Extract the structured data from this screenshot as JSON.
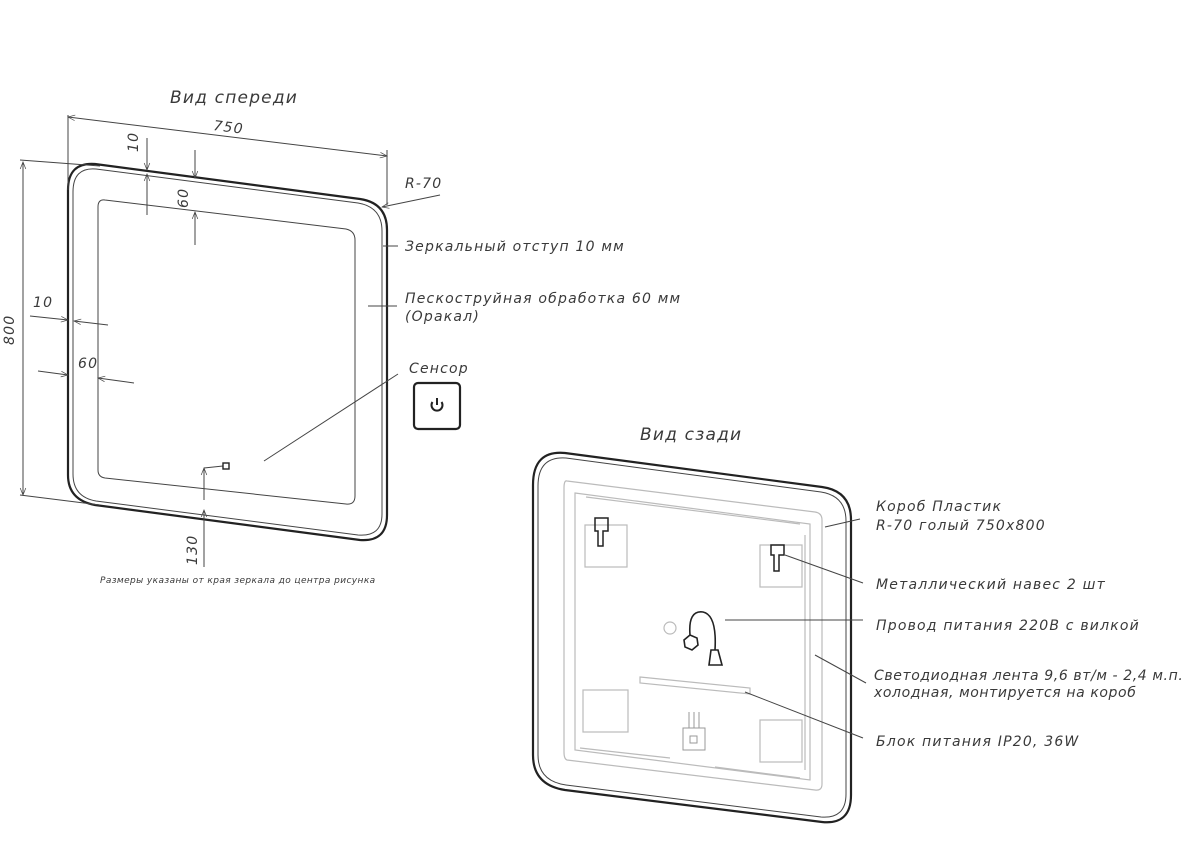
{
  "front_view": {
    "title": "Вид спереди",
    "dim_width": "750",
    "dim_height": "800",
    "dim_top_offset": "10",
    "dim_top_sandblast": "60",
    "dim_left_offset": "10",
    "dim_left_sandblast": "60",
    "dim_sensor": "130",
    "radius_label": "R-70",
    "mirror_offset_label": "Зеркальный отступ 10 мм",
    "sandblast_label_line1": "Пескоструйная обработка 60 мм",
    "sandblast_label_line2": "(Оракал)",
    "sensor_label": "Сенсор",
    "footnote": "Размеры указаны от края зеркала до центра рисунка"
  },
  "back_view": {
    "title": "Вид сзади",
    "box_label_line1": "Короб Пластик",
    "box_label_line2": "R-70 голый 750x800",
    "hanger_label": "Металлический навес 2 шт",
    "cable_label": "Провод питания 220В с вилкой",
    "led_label_line1": "Светодиодная лента 9,6 вт/м - 2,4 м.п.",
    "led_label_line2": "холодная, монтируется на короб",
    "psu_label": "Блок питания IP20, 36W"
  }
}
